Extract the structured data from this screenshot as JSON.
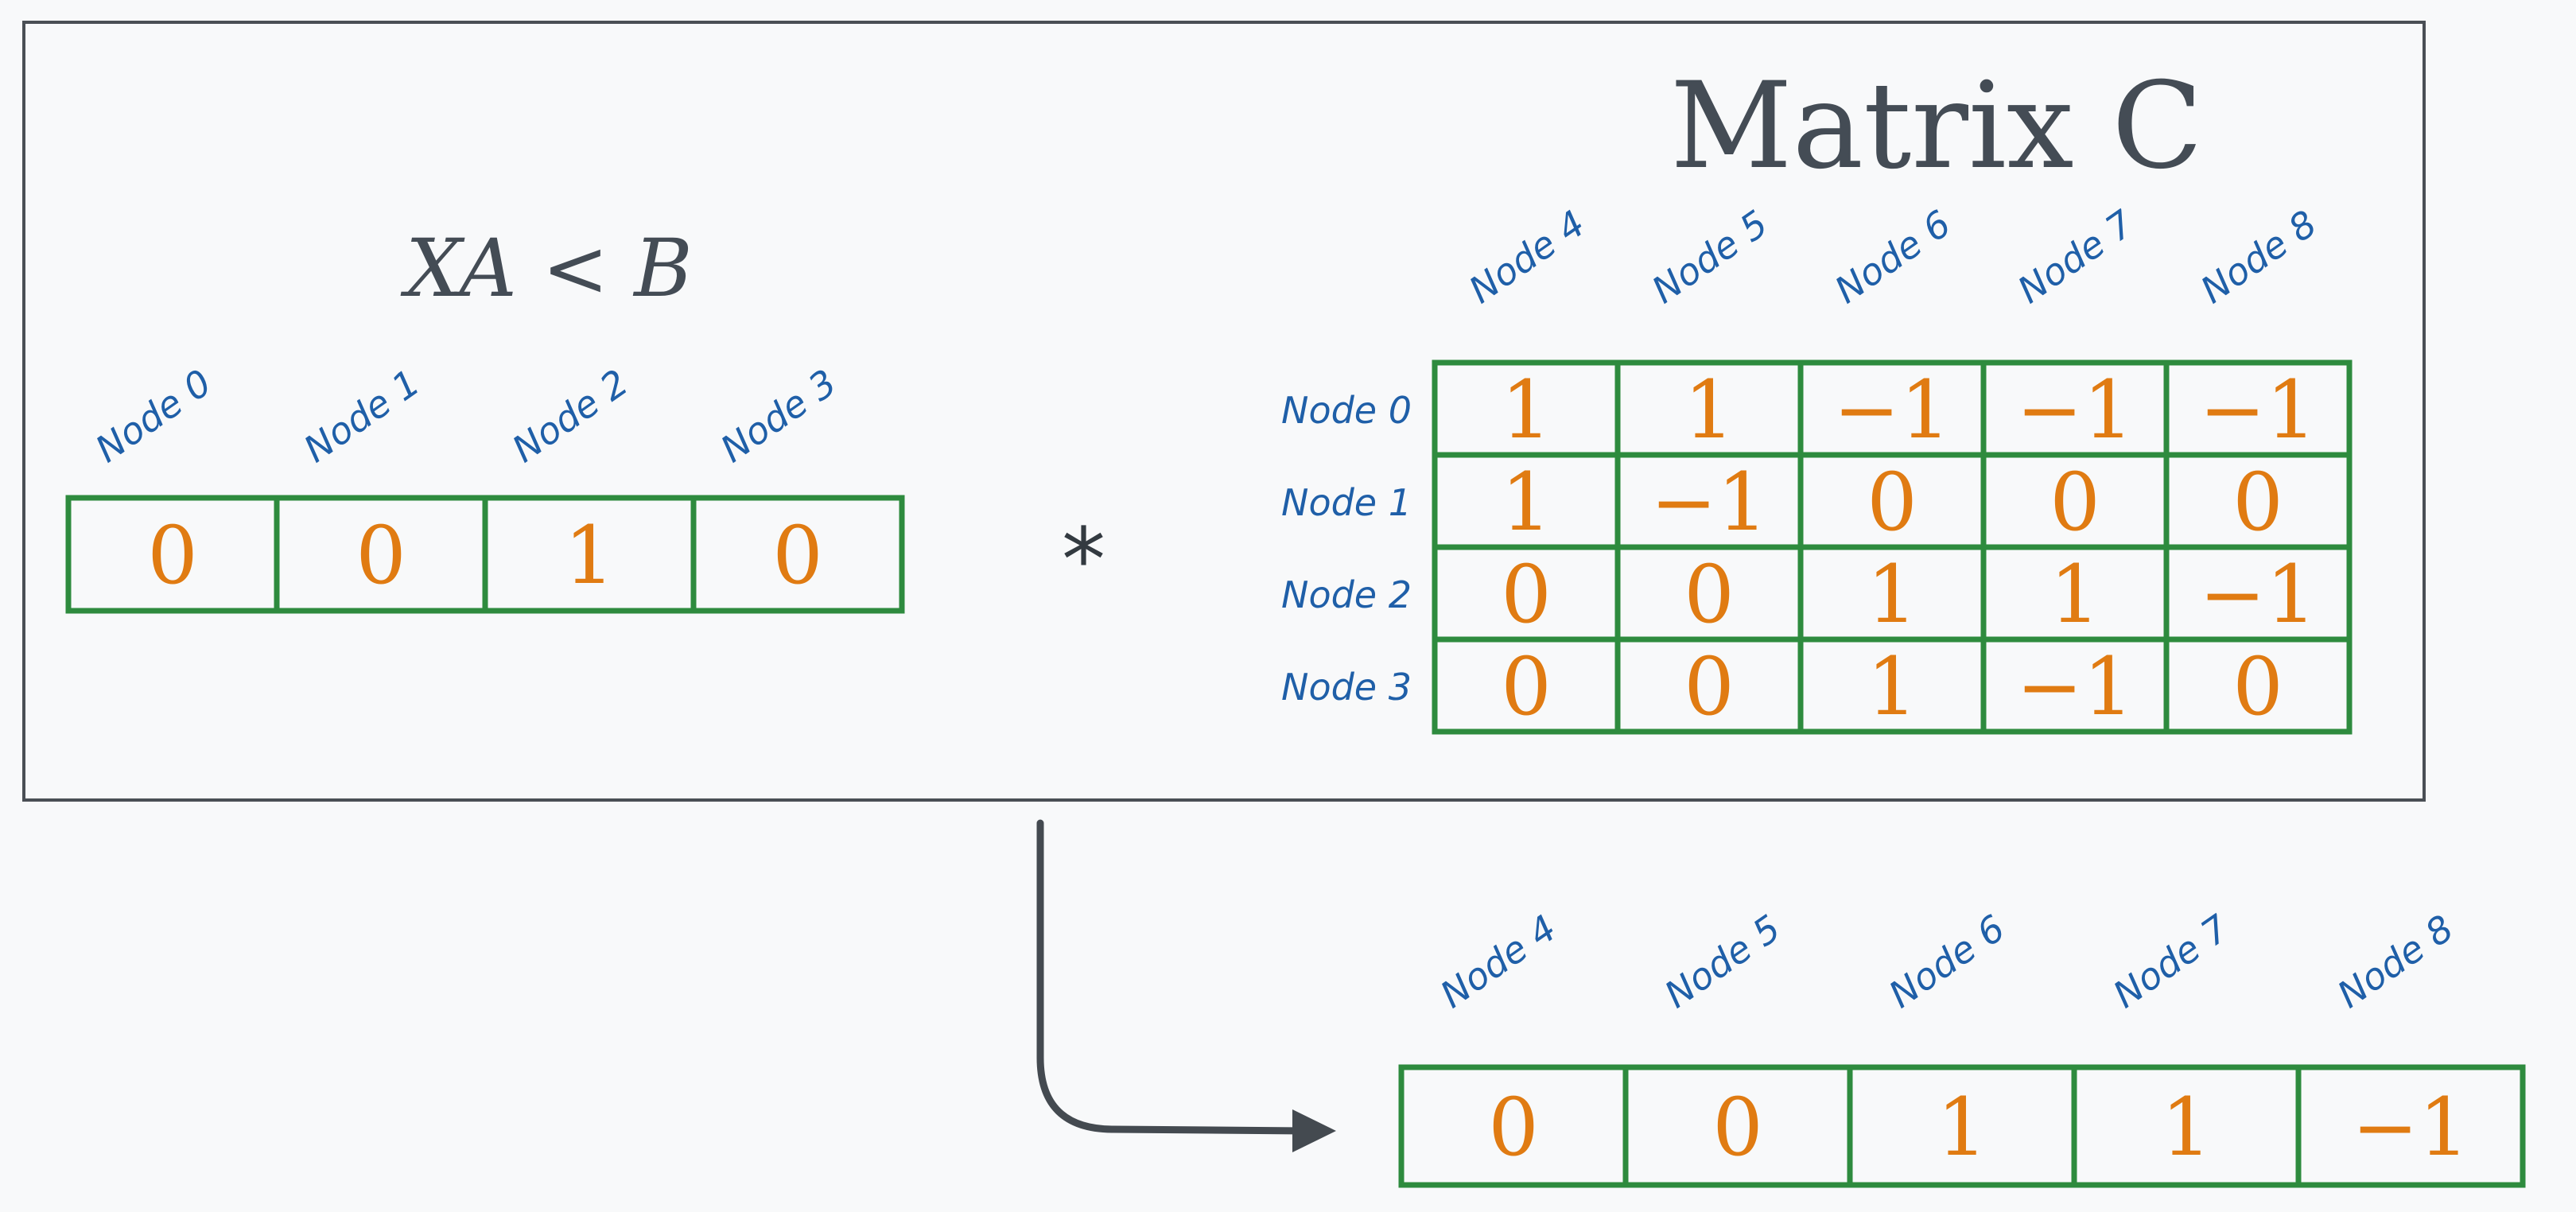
{
  "title": "Matrix  C",
  "formula": "XA < B",
  "operator": "*",
  "input_vector": {
    "labels": [
      "Node 0",
      "Node 1",
      "Node 2",
      "Node 3"
    ],
    "values": [
      "0",
      "0",
      "1",
      "0"
    ]
  },
  "matrix_c": {
    "column_labels": [
      "Node 4",
      "Node 5",
      "Node 6",
      "Node 7",
      "Node 8"
    ],
    "row_labels": [
      "Node 0",
      "Node 1",
      "Node 2",
      "Node 3"
    ],
    "rows": [
      [
        "1",
        "1",
        "−1",
        "−1",
        "−1"
      ],
      [
        "1",
        "−1",
        "0",
        "0",
        "0"
      ],
      [
        "0",
        "0",
        "1",
        "1",
        "−1"
      ],
      [
        "0",
        "0",
        "1",
        "−1",
        "0"
      ]
    ]
  },
  "result_vector": {
    "labels": [
      "Node 4",
      "Node 5",
      "Node 6",
      "Node 7",
      "Node 8"
    ],
    "values": [
      "0",
      "0",
      "1",
      "1",
      "−1"
    ]
  },
  "colors": {
    "grid_green": "#2e8b3e",
    "value_orange": "#e07b12",
    "label_blue": "#1f5fa8",
    "text_dark": "#444c55",
    "background": "#f8f9fa"
  }
}
